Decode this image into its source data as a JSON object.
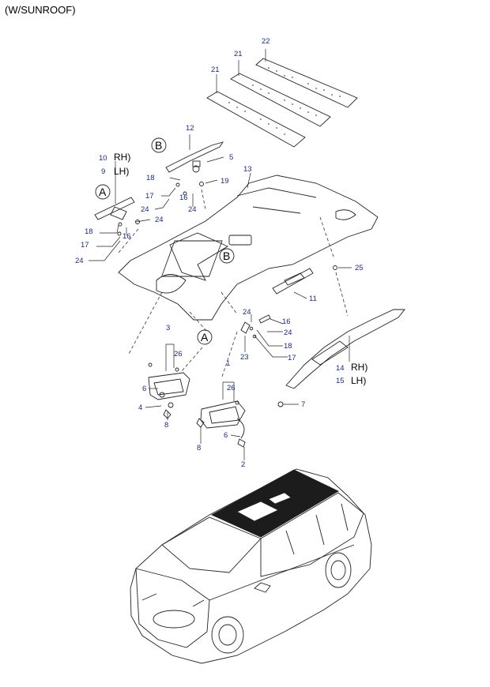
{
  "header": {
    "title": "(W/SUNROOF)"
  },
  "callouts": {
    "n22": "22",
    "n21a": "21",
    "n21b": "21",
    "n12": "12",
    "n5": "5",
    "n18a": "18",
    "n19": "19",
    "n17a": "17",
    "n16a": "16",
    "n24a": "24",
    "n24b": "24",
    "n13": "13",
    "n10": "10",
    "n9": "9",
    "n18b": "18",
    "n17b": "17",
    "n16b": "16",
    "n24c": "24",
    "n25": "25",
    "n11": "11",
    "n24d": "24",
    "n16c": "16",
    "n24e": "24",
    "n18c": "18",
    "n23": "23",
    "n17c": "17",
    "n3": "3",
    "n26a": "26",
    "n6a": "6",
    "n4": "4",
    "n8a": "8",
    "n1": "1",
    "n26b": "26",
    "n6b": "6",
    "n8b": "8",
    "n2": "2",
    "n14": "14",
    "n15": "15",
    "n7": "7"
  },
  "side_labels": {
    "rh_a": "RH)",
    "lh_a": "LH)",
    "rh_b": "RH)",
    "lh_b": "LH)"
  },
  "detail_markers": {
    "a_top": "A",
    "a_bottom": "A",
    "b_top": "B",
    "b_bottom": "B"
  }
}
